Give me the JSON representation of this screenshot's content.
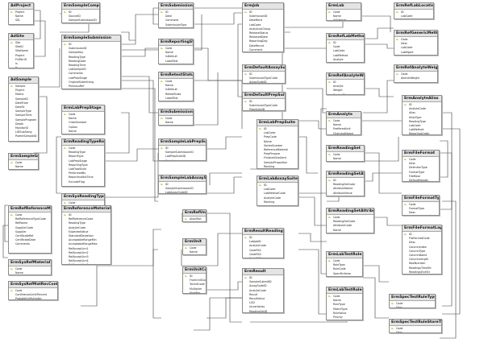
{
  "tables": [
    {
      "id": "t1",
      "title": "AdProject",
      "fields": [
        {
          "name": "Project",
          "pk": true
        },
        {
          "name": "Name"
        },
        {
          "name": "SSL"
        }
      ]
    },
    {
      "id": "t2",
      "title": "AdSite",
      "fields": [
        {
          "name": "Site",
          "pk": true
        },
        {
          "name": "SiteID"
        },
        {
          "name": "SiteName"
        },
        {
          "name": "Project"
        },
        {
          "name": "FinRtrnR"
        },
        {
          "name": "Is"
        },
        {
          "name": "Is"
        }
      ]
    },
    {
      "id": "t3",
      "title": "AdSample",
      "fields": [
        {
          "name": "Sample",
          "pk": true
        },
        {
          "name": "Project"
        },
        {
          "name": "Matrix"
        },
        {
          "name": "SampleID"
        },
        {
          "name": "DateFrom"
        },
        {
          "name": "DateTo"
        },
        {
          "name": "SampleType"
        },
        {
          "name": "SampleTime"
        },
        {
          "name": "SampleProgram"
        },
        {
          "name": "Depth"
        },
        {
          "name": "MonitorID"
        },
        {
          "name": "LIDSubStrng"
        },
        {
          "name": "ParentSampleID"
        }
      ]
    },
    {
      "id": "t4",
      "title": "ErmSampleGroup",
      "fields": [
        {
          "name": "Code",
          "pk": true
        },
        {
          "name": "Name"
        }
      ]
    },
    {
      "id": "t5",
      "title": "ErmSampleComposite",
      "fields": [
        {
          "name": "ID",
          "pk": true
        },
        {
          "name": "SourceID"
        },
        {
          "name": "SampleSubmissionID"
        }
      ]
    },
    {
      "id": "t6",
      "title": "ErmSampleSubmission",
      "fields": [
        {
          "name": "ID",
          "pk": true
        },
        {
          "name": "SubmissionID"
        },
        {
          "name": "SampleKey"
        },
        {
          "name": "ReadingType"
        },
        {
          "name": "ReadingDate"
        },
        {
          "name": "ReadingTime"
        },
        {
          "name": "LabSampleID"
        },
        {
          "name": "Comments"
        },
        {
          "name": "LabPrepStage"
        },
        {
          "name": "OriginalSubmitting"
        },
        {
          "name": "PreviousRef"
        }
      ]
    },
    {
      "id": "t7",
      "title": "ErmSubmission",
      "fields": [
        {
          "name": "ID",
          "pk": true
        },
        {
          "name": "Date"
        },
        {
          "name": "Comment"
        },
        {
          "name": "SubmissionType"
        }
      ]
    },
    {
      "id": "t8",
      "title": "ErmReportingStatus",
      "fields": [
        {
          "name": "Code",
          "pk": true
        },
        {
          "name": "Name"
        },
        {
          "name": "IsDefault"
        },
        {
          "name": "LabelText"
        }
      ]
    },
    {
      "id": "t9",
      "title": "ErmRetestStatus",
      "fields": [
        {
          "name": "Code",
          "pk": true
        },
        {
          "name": "Name"
        },
        {
          "name": "IsDefault"
        },
        {
          "name": "RetestRules"
        },
        {
          "name": "LabelText"
        }
      ]
    },
    {
      "id": "t10",
      "title": "ErmSubmissionType",
      "fields": [
        {
          "name": "Code",
          "pk": true
        },
        {
          "name": "Name"
        }
      ]
    },
    {
      "id": "t11",
      "title": "ErmLabPrepStage",
      "fields": [
        {
          "name": "Code",
          "pk": true
        },
        {
          "name": "Name"
        },
        {
          "name": "OrderNumber"
        },
        {
          "name": "Option"
        },
        {
          "name": "Name"
        }
      ]
    },
    {
      "id": "t12",
      "title": "ErmReadingTypeRole",
      "fields": [
        {
          "name": "Code",
          "pk": true
        },
        {
          "name": "ReadingType"
        },
        {
          "name": "ReportType"
        },
        {
          "name": "LabPrepStage"
        },
        {
          "name": "ReportingType"
        },
        {
          "name": "LabFlowBuild"
        },
        {
          "name": "PerformedBy"
        },
        {
          "name": "ReportInstitutTime"
        },
        {
          "name": "ExcludeFlag"
        }
      ]
    },
    {
      "id": "t13",
      "title": "ErmSysReadingType",
      "fields": [
        {
          "name": "Code",
          "pk": true
        },
        {
          "name": "Name"
        },
        {
          "name": "Description"
        },
        {
          "name": "LabelCode"
        },
        {
          "name": "IsSysType"
        },
        {
          "name": "IsPicked"
        }
      ]
    },
    {
      "id": "t14",
      "title": "ErmSampleLabPrepSuite",
      "fields": [
        {
          "name": "ID",
          "pk": true
        },
        {
          "name": "SampleSubmissionID"
        },
        {
          "name": "LabPrepSuiteID"
        },
        {
          "name": "Priority"
        }
      ]
    },
    {
      "id": "t15",
      "title": "ErmSampleLabAssaySuite",
      "fields": [
        {
          "name": "ID",
          "pk": true
        },
        {
          "name": "SampleSubmissionID"
        },
        {
          "name": "LabAssaySuiteID"
        }
      ]
    },
    {
      "id": "t16",
      "title": "ErmJob",
      "fields": [
        {
          "name": "ID",
          "pk": true
        },
        {
          "name": "SubmissionID"
        },
        {
          "name": "DateRecd"
        },
        {
          "name": "LabCode"
        },
        {
          "name": "AnalyticalGroup"
        },
        {
          "name": "ReleaseStatus"
        },
        {
          "name": "ReleasedDate"
        },
        {
          "name": "ReportingDay"
        },
        {
          "name": "DateRecvd"
        },
        {
          "name": "Comment"
        }
      ]
    },
    {
      "id": "t17",
      "title": "ErmDefaultAssaySuite",
      "fields": [
        {
          "name": "ID",
          "pk": true
        },
        {
          "name": "SubmissionTypeCode"
        },
        {
          "name": "AssaySuiteID"
        }
      ]
    },
    {
      "id": "t18",
      "title": "ErmDefaultPrepSuite",
      "fields": [
        {
          "name": "ID",
          "pk": true
        },
        {
          "name": "SubmissionTypeCode"
        },
        {
          "name": "PrepSuiteID"
        }
      ]
    },
    {
      "id": "t19",
      "title": "ErmLabPrepSuite",
      "fields": [
        {
          "name": "ID",
          "pk": true
        },
        {
          "name": "LabCode"
        },
        {
          "name": "PrepCode"
        },
        {
          "name": "Name"
        },
        {
          "name": "SeriesNumber"
        },
        {
          "name": "ReferenceMaterial"
        },
        {
          "name": "PrepPrepare"
        },
        {
          "name": "FinishedGradient"
        },
        {
          "name": "SampleProportion"
        },
        {
          "name": "Ranking"
        }
      ]
    },
    {
      "id": "t20",
      "title": "ErmLabAssaySuite",
      "fields": [
        {
          "name": "ID",
          "pk": true
        },
        {
          "name": "LabCode"
        },
        {
          "name": "LabMethodCode"
        },
        {
          "name": "AnalyteCode"
        },
        {
          "name": "Ranking"
        }
      ]
    },
    {
      "id": "t21",
      "title": "ErmLab",
      "fields": [
        {
          "name": "Code",
          "pk": true
        },
        {
          "name": "Name"
        },
        {
          "name": "IsExternal"
        }
      ]
    },
    {
      "id": "t22",
      "title": "ErmRefLabMethod",
      "fields": [
        {
          "name": "ID",
          "pk": true
        },
        {
          "name": "Code"
        },
        {
          "name": "LabCode"
        },
        {
          "name": "LabMethod"
        },
        {
          "name": "Analyte"
        },
        {
          "name": "Name"
        }
      ]
    },
    {
      "id": "t23",
      "title": "ErmRefLabLocation",
      "fields": [
        {
          "name": "ID",
          "pk": true
        },
        {
          "name": "LabCode"
        },
        {
          "name": "Name"
        }
      ]
    },
    {
      "id": "t24",
      "title": "ErmRefGenericMethod",
      "fields": [
        {
          "name": "Code",
          "pk": true
        },
        {
          "name": "Desc"
        },
        {
          "name": "LabCode"
        },
        {
          "name": "LabMgmt"
        },
        {
          "name": "LabelName"
        }
      ]
    },
    {
      "id": "t25",
      "title": "ErmRefAnalyteWeight",
      "fields": [
        {
          "name": "ID",
          "pk": true
        },
        {
          "name": "Analyte"
        },
        {
          "name": "Weight"
        },
        {
          "name": "SymbolDesc"
        }
      ]
    },
    {
      "id": "t26",
      "title": "ErmRefAnalyteWeight",
      "fields": [
        {
          "name": "Code",
          "pk": true
        },
        {
          "name": "AtomicWeight"
        }
      ]
    },
    {
      "id": "t27",
      "title": "ErmAnalyte",
      "fields": [
        {
          "name": "Code",
          "pk": true
        },
        {
          "name": "Name"
        },
        {
          "name": "PrefferedUnit"
        },
        {
          "name": "ChemicalName"
        }
      ]
    },
    {
      "id": "t28",
      "title": "ErmReadingSet",
      "fields": [
        {
          "name": "Code",
          "pk": true
        },
        {
          "name": "Name"
        }
      ]
    },
    {
      "id": "t29",
      "title": "ErmReadingSetAttribute",
      "fields": [
        {
          "name": "ID",
          "pk": true
        },
        {
          "name": "ReadingSetCode"
        },
        {
          "name": "AttributeName"
        },
        {
          "name": "AttributeValue"
        },
        {
          "name": "IsHidden"
        }
      ]
    },
    {
      "id": "t30",
      "title": "ErmReadingSetAttributeCode",
      "fields": [
        {
          "name": "Code",
          "pk": true
        },
        {
          "name": "ReadingSetCode"
        },
        {
          "name": "AttributeCode"
        },
        {
          "name": "Name"
        },
        {
          "name": "DisplayOrder"
        }
      ]
    },
    {
      "id": "t31",
      "title": "ErmAnalyteAlias",
      "fields": [
        {
          "name": "ID",
          "pk": true
        },
        {
          "name": "AnalyteCode"
        },
        {
          "name": "Alias"
        },
        {
          "name": "AliasType"
        },
        {
          "name": "ReadingType"
        },
        {
          "name": "LabCode"
        },
        {
          "name": "LabMethod"
        },
        {
          "name": "ReportingOrder"
        },
        {
          "name": "ExcludeFlag"
        }
      ]
    },
    {
      "id": "t32",
      "title": "ErmFileFormat",
      "fields": [
        {
          "name": "Code",
          "pk": true
        },
        {
          "name": "Desc"
        },
        {
          "name": "DelimiterType"
        },
        {
          "name": "FormatType"
        },
        {
          "name": "FileMask"
        },
        {
          "name": "DefaultHeader"
        }
      ]
    },
    {
      "id": "t33",
      "title": "ErmFileFormatType",
      "fields": [
        {
          "name": "Code",
          "pk": true
        },
        {
          "name": "FormatType"
        },
        {
          "name": "Desc"
        },
        {
          "name": "DefaultMethod"
        }
      ]
    },
    {
      "id": "t34",
      "title": "ErmFileFormatLayout",
      "fields": [
        {
          "name": "ID",
          "pk": true
        },
        {
          "name": "FileFormatCode"
        },
        {
          "name": "Desc"
        },
        {
          "name": "ColumnIndex"
        },
        {
          "name": "ColumnType"
        },
        {
          "name": "ColumnName"
        },
        {
          "name": "ColumnLength"
        },
        {
          "name": "RowNumber"
        },
        {
          "name": "ReadingsTimeStr"
        },
        {
          "name": "ReadingsEndStr"
        },
        {
          "name": "IncludeFlag"
        }
      ]
    },
    {
      "id": "t35",
      "title": "ErmResultReadingSet",
      "fields": [
        {
          "name": "ID",
          "pk": true
        },
        {
          "name": "LabJobID"
        },
        {
          "name": "AnalyteCode"
        },
        {
          "name": "CodeRS1"
        },
        {
          "name": "CodeRS2"
        },
        {
          "name": "CodeRS3"
        }
      ]
    },
    {
      "id": "t36",
      "title": "ErmResult",
      "fields": [
        {
          "name": "ID",
          "pk": true
        },
        {
          "name": "SampleSubmitID"
        },
        {
          "name": "AssaySuiteID"
        },
        {
          "name": "AnalyteCode"
        },
        {
          "name": "Result"
        },
        {
          "name": "ResultValue"
        },
        {
          "name": "LOD"
        },
        {
          "name": "Uncertainty"
        },
        {
          "name": "ReadingSetID"
        },
        {
          "name": "RunDate"
        }
      ]
    },
    {
      "id": "t37",
      "title": "ErmLabTestRole",
      "fields": [
        {
          "name": "Code",
          "pk": true
        },
        {
          "name": "RoleType"
        },
        {
          "name": "RuleCode"
        },
        {
          "name": "SpecificValue"
        },
        {
          "name": "Name"
        }
      ]
    },
    {
      "id": "t38",
      "title": "ErmLabTestRule",
      "fields": [
        {
          "name": "Code",
          "pk": true
        },
        {
          "name": "Name"
        },
        {
          "name": "RuleType"
        },
        {
          "name": "MatchType"
        },
        {
          "name": "RuleValue"
        },
        {
          "name": "Priority"
        },
        {
          "name": "ValueFlag"
        }
      ]
    },
    {
      "id": "t39",
      "title": "ErmSpecTestRuleType",
      "fields": [
        {
          "name": "Code",
          "pk": true
        },
        {
          "name": "Desc"
        }
      ]
    },
    {
      "id": "t40",
      "title": "ErmSpecTestRuleStoreType",
      "fields": [
        {
          "name": "Code",
          "pk": true
        },
        {
          "name": "Desc"
        }
      ]
    },
    {
      "id": "t41",
      "title": "ErmRefUnitAlias",
      "fields": [
        {
          "name": "AliasText",
          "pk": true
        },
        {
          "name": "UnitCode"
        }
      ]
    },
    {
      "id": "t42",
      "title": "ErmUnit",
      "fields": [
        {
          "name": "Code",
          "pk": true
        },
        {
          "name": "Name"
        },
        {
          "name": "DisplayText"
        }
      ]
    },
    {
      "id": "t43",
      "title": "ErmUnitConversion",
      "fields": [
        {
          "name": "ID",
          "pk": true
        },
        {
          "name": "FromUnitCode"
        },
        {
          "name": "ToUnitCode"
        },
        {
          "name": "Multiplier"
        },
        {
          "name": "Modifier"
        },
        {
          "name": "AddValue"
        }
      ]
    },
    {
      "id": "t44",
      "title": "ErmRefReferenceMaterial",
      "fields": [
        {
          "name": "Code",
          "pk": true
        },
        {
          "name": "RefReferenceTypeCode"
        },
        {
          "name": "RefName"
        },
        {
          "name": "SupplierCode"
        },
        {
          "name": "Supplier"
        },
        {
          "name": "CertificateRef"
        },
        {
          "name": "CertificateDate"
        },
        {
          "name": "Comments"
        }
      ]
    },
    {
      "id": "t45",
      "title": "ErmReferenceMaterialAttribute",
      "fields": [
        {
          "name": "ID",
          "pk": true
        },
        {
          "name": "RefReferenceCode"
        },
        {
          "name": "ReadingType"
        },
        {
          "name": "AnalyteCode"
        },
        {
          "name": "ExpectedValue"
        },
        {
          "name": "StandardDeviation"
        },
        {
          "name": "AcceptableRangeMin"
        },
        {
          "name": "AcceptableRangeMax"
        },
        {
          "name": "RefAcceptLim1"
        },
        {
          "name": "RefAcceptLim2"
        },
        {
          "name": "RefAcceptLim3"
        },
        {
          "name": "RefAcceptLim4"
        },
        {
          "name": "RefAcceptLim5"
        },
        {
          "name": "RefAcceptLim6"
        }
      ]
    },
    {
      "id": "t46",
      "title": "ErmSysRefMaterialType",
      "fields": [
        {
          "name": "Code",
          "pk": true
        },
        {
          "name": "Name"
        }
      ]
    },
    {
      "id": "t47",
      "title": "ErmSysRefMatRecConfidenceLimit",
      "fields": [
        {
          "name": "Code",
          "pk": true
        },
        {
          "name": "ConfidenceLimitPercent"
        },
        {
          "name": "ProbabilityMultiplier"
        }
      ]
    }
  ]
}
